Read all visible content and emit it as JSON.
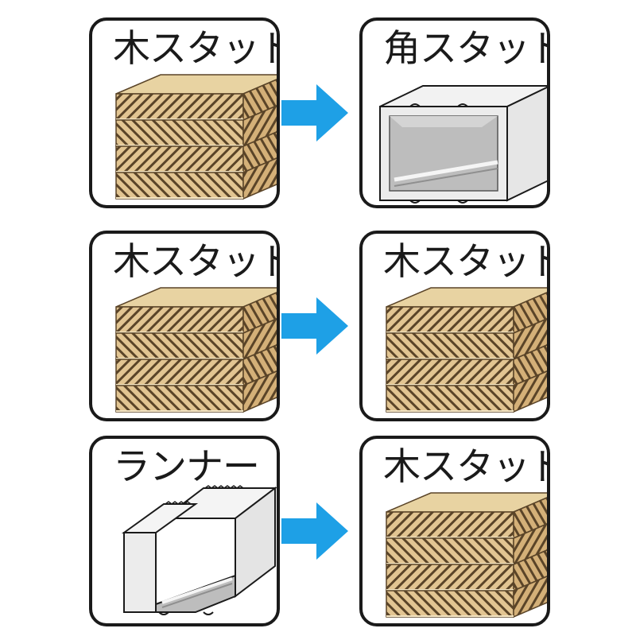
{
  "rows": [
    {
      "from": {
        "label": "木スタッド",
        "icon": "wood-stud-icon"
      },
      "to": {
        "label": "角スタッド",
        "icon": "square-steel-stud-icon"
      }
    },
    {
      "from": {
        "label": "木スタッド",
        "icon": "wood-stud-icon"
      },
      "to": {
        "label": "木スタッド",
        "icon": "wood-stud-icon"
      }
    },
    {
      "from": {
        "label": "ランナー",
        "icon": "steel-runner-icon"
      },
      "to": {
        "label": "木スタッド",
        "icon": "wood-stud-icon"
      }
    }
  ],
  "colors": {
    "border": "#1a1a1a",
    "arrow": "#1ea0e6",
    "wood_top": "#e8d3a2",
    "wood_front": "#e2c592",
    "wood_side": "#d4b078",
    "wood_grain": "#5a4428",
    "steel_light": "#ececec",
    "steel_dark": "#bdbdbd"
  }
}
